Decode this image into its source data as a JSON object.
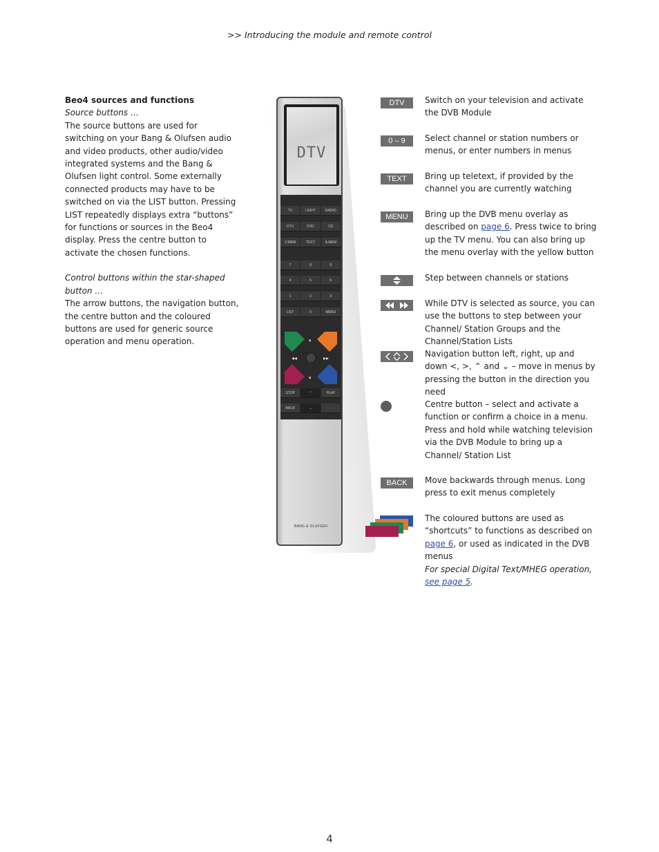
{
  "header": "&gt;&gt; Introducing the module and remote control",
  "left": {
    "title": "Beo4 sources and functions",
    "source_heading": "Source buttons …",
    "source_text_1": "The source buttons are used for switching on your Bang & Olufsen audio and video products, other audio/video integrated systems and the Bang & Olufsen light control. Some externally connected products may have to be switched on via the ",
    "list_word_1": "LIST",
    "source_text_2": " button. Pressing ",
    "list_word_2": "LIST",
    "source_text_3": " repeatedly displays extra “buttons” for functions or sources in the Beo4 display. Press the ",
    "centre_word": "centre",
    "source_text_4": " button to activate the chosen functions.",
    "control_heading": "Control buttons within the star-shaped button …",
    "control_text": "The arrow buttons, the navigation button, the centre button and the coloured buttons are used for generic source operation and menu operation."
  },
  "remote": {
    "display_text": "DTV",
    "rows": [
      [
        "TV",
        "LIGHT",
        "RADIO"
      ],
      [
        "DTV",
        "DVD",
        "CD"
      ],
      [
        "V.MEM",
        "TEXT",
        "A.MEM"
      ],
      [
        "7",
        "8",
        "9"
      ],
      [
        "4",
        "5",
        "6"
      ],
      [
        "1",
        "2",
        "3"
      ],
      [
        "LIST",
        "0",
        "MENU"
      ]
    ],
    "stop": "STOP",
    "play": "PLAY",
    "back": "BACK",
    "brand": "BANG & OLUFSEN"
  },
  "items": {
    "dtv": {
      "badge": "DTV",
      "text": "Switch on your television and activate the DVB Module"
    },
    "numbers": {
      "badge": "0 – 9",
      "text": "Select channel or station numbers or menus, or enter numbers in menus"
    },
    "text": {
      "badge": "TEXT",
      "text": "Bring up teletext, if provided by the channel you are currently watching"
    },
    "menu": {
      "badge": "MENU",
      "text_1": "Bring up the DVB menu overlay as described on ",
      "link": "page 6",
      "text_2": ". Press twice to bring up the TV menu. You can also bring up the menu overlay with the yellow button"
    },
    "updown": {
      "text": "Step between channels or stations"
    },
    "wind": {
      "text": "While DTV is selected as source, you can use the buttons to step between your Channel/ Station Groups and the Channel/Station Lists"
    },
    "nav": {
      "text_1": "Navigation button left, right, up and down ",
      "text_2": " and ",
      "text_3": " – move in menus by pressing the button in the direction you need"
    },
    "centre": {
      "text": "Centre button – select and activate a function or confirm a choice in a menu. Press and hold while watching television via the DVB Module to bring up a Channel/ Station List"
    },
    "back": {
      "badge": "BACK",
      "text": "Move backwards through menus. Long press to exit menus completely"
    },
    "coloured": {
      "text_1": "The coloured buttons are used as “shortcuts” to functions as described on ",
      "link": "page 6",
      "text_2": ", or used as indicated in the DVB menus"
    }
  },
  "note": {
    "text": "For special Digital Text/MHEG operation, ",
    "link": "see page 5",
    "end": "."
  },
  "page_number": "4",
  "colors": {
    "badge": "#6e6e6e",
    "link": "#2f4ea3",
    "green": "#1e8a4f",
    "orange": "#e8772a",
    "blue": "#2b56a8",
    "red": "#a3204f"
  }
}
